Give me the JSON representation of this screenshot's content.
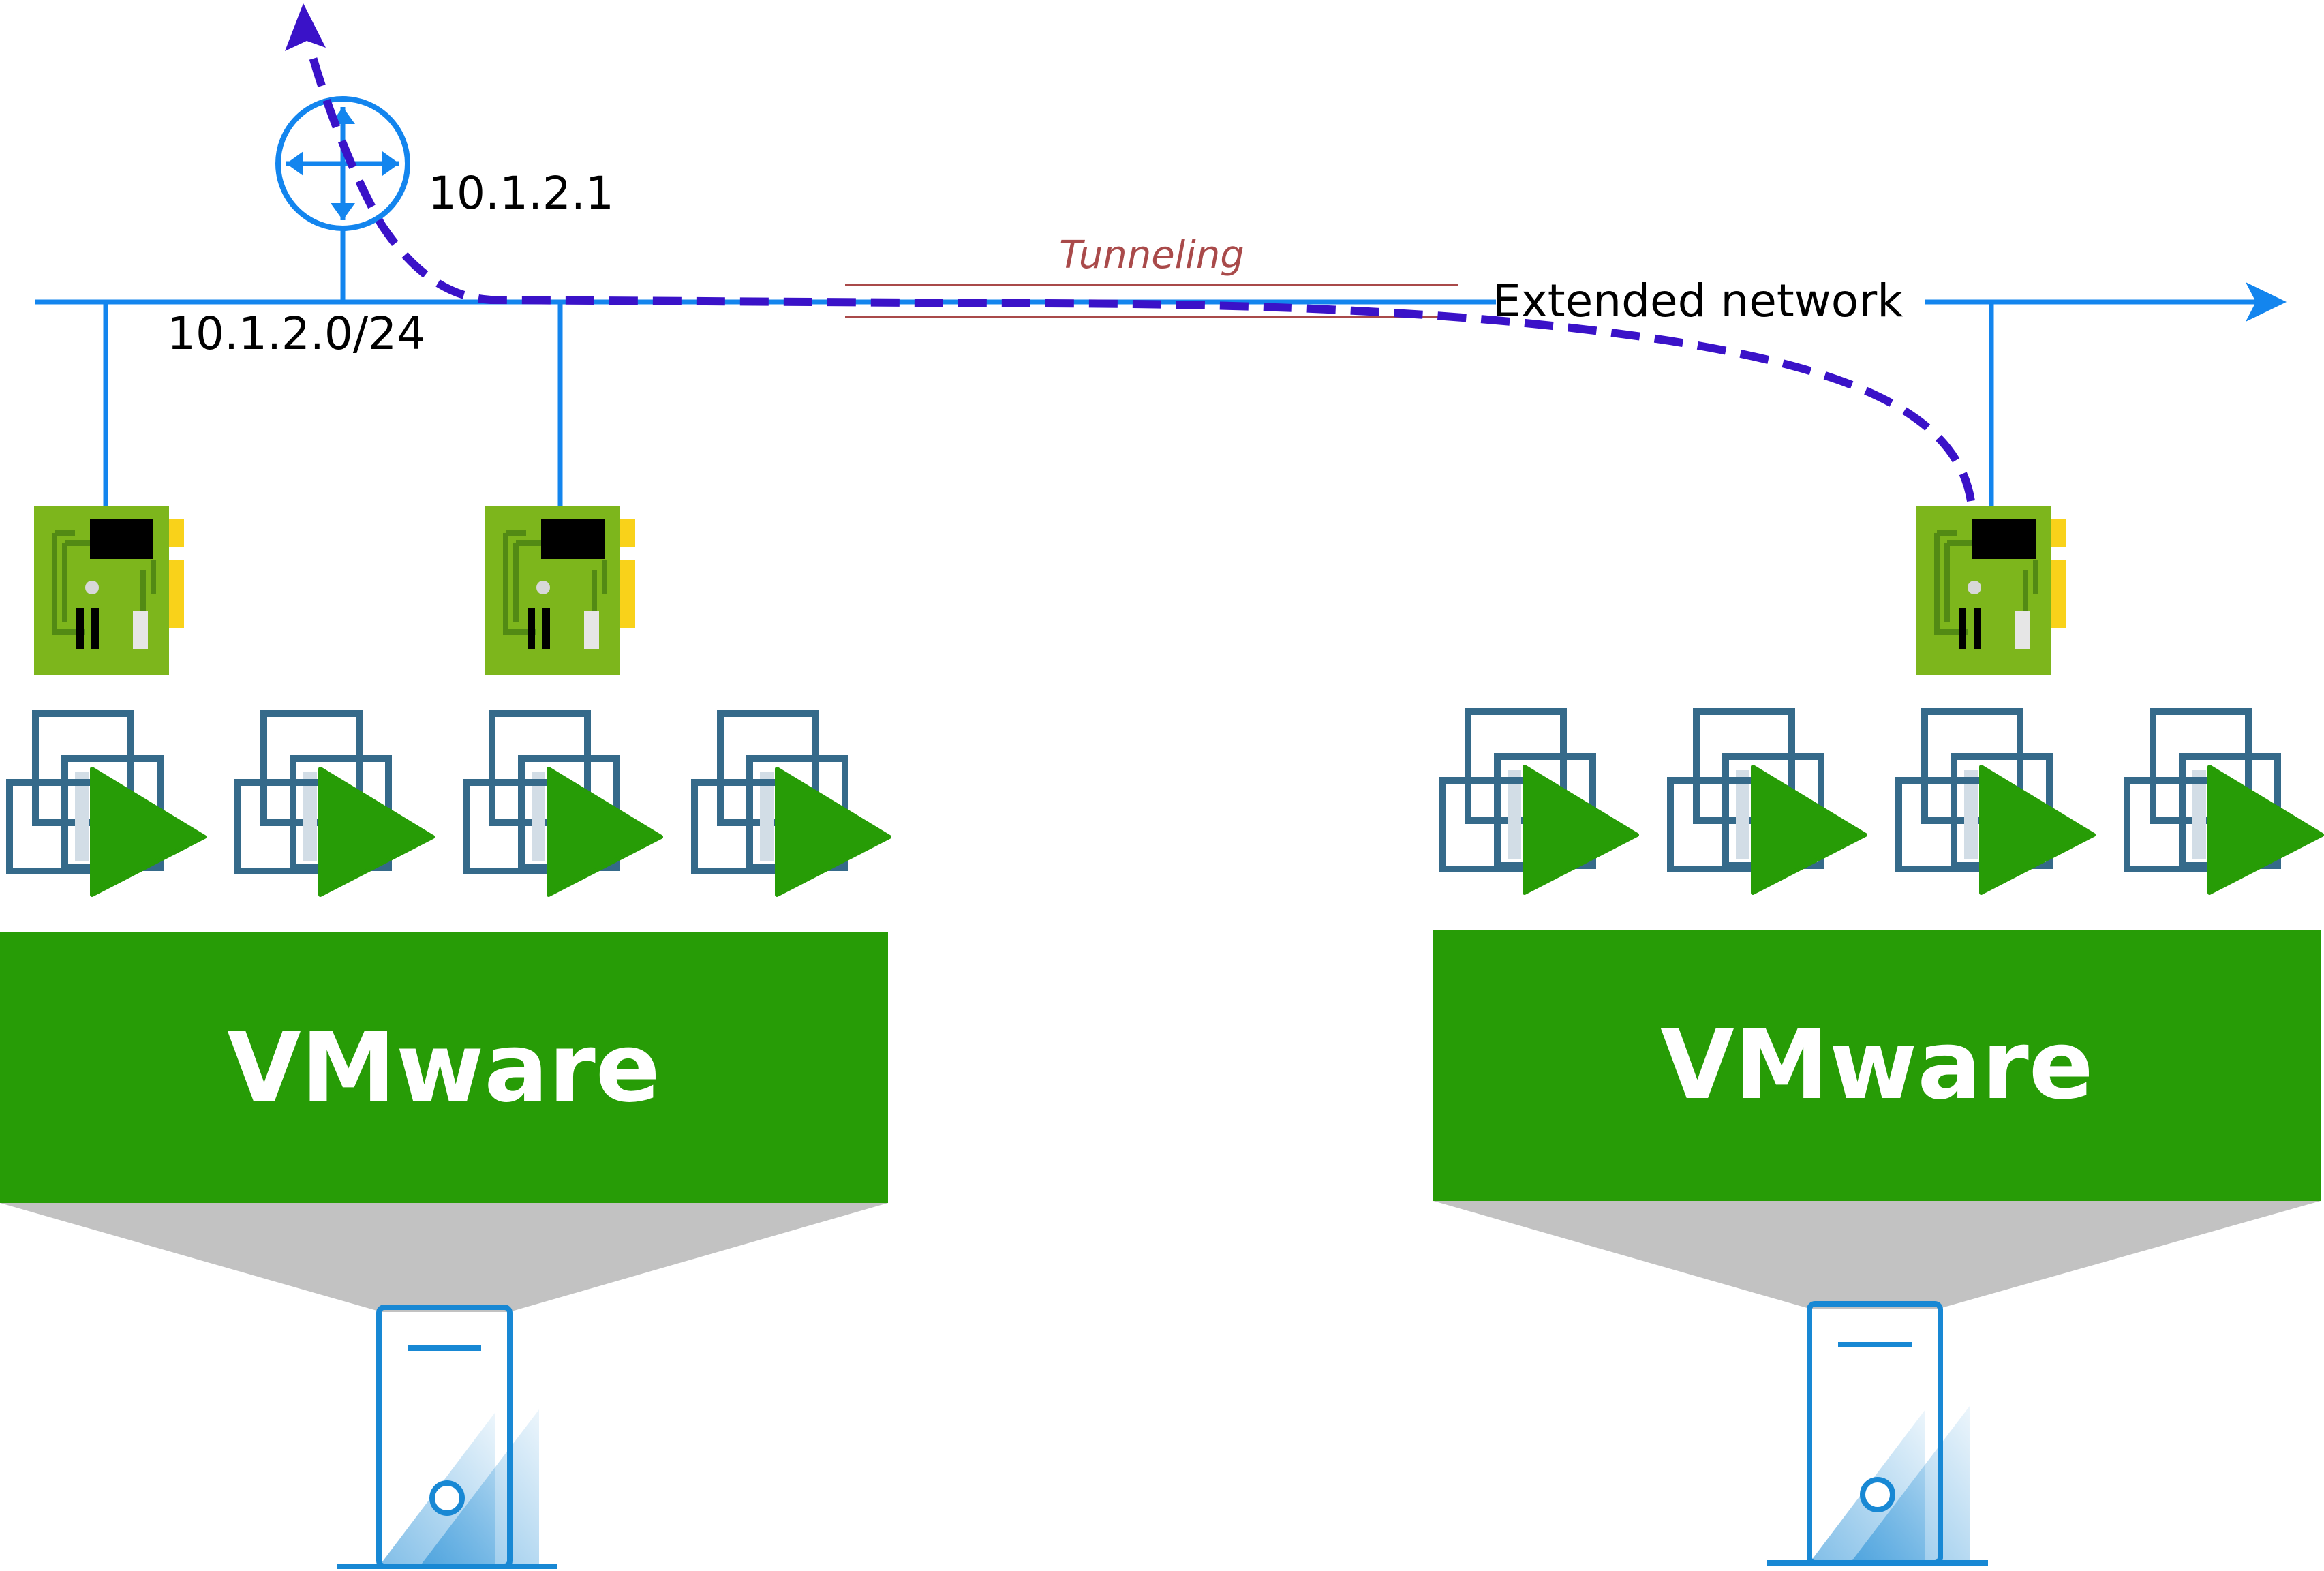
{
  "labels": {
    "router_ip": "10.1.2.1",
    "subnet": "10.1.2.0/24",
    "tunneling": "Tunneling",
    "extended_network": "Extended network"
  },
  "hypervisors": [
    {
      "label": "VMware",
      "vm_count": 4,
      "nic_count": 2
    },
    {
      "label": "VMware",
      "vm_count": 4,
      "nic_count": 1
    }
  ],
  "colors": {
    "network_line": "#1385ee",
    "traffic_path": "#3a12c8",
    "tunnel_lines": "#a94a4a",
    "vmware_block": "#279c06",
    "vm_frame": "#356a8a",
    "vm_play": "#279c06",
    "nic_board": "#7db61c",
    "nic_chip": "#000000",
    "nic_connector": "#f9d21a",
    "host_shadow": "#c2c2c2",
    "server_outline": "#1888d4"
  },
  "icons": {
    "router": "router-icon",
    "nic": "network-card-icon",
    "vm": "virtual-machine-icon",
    "server": "server-tower-icon"
  }
}
